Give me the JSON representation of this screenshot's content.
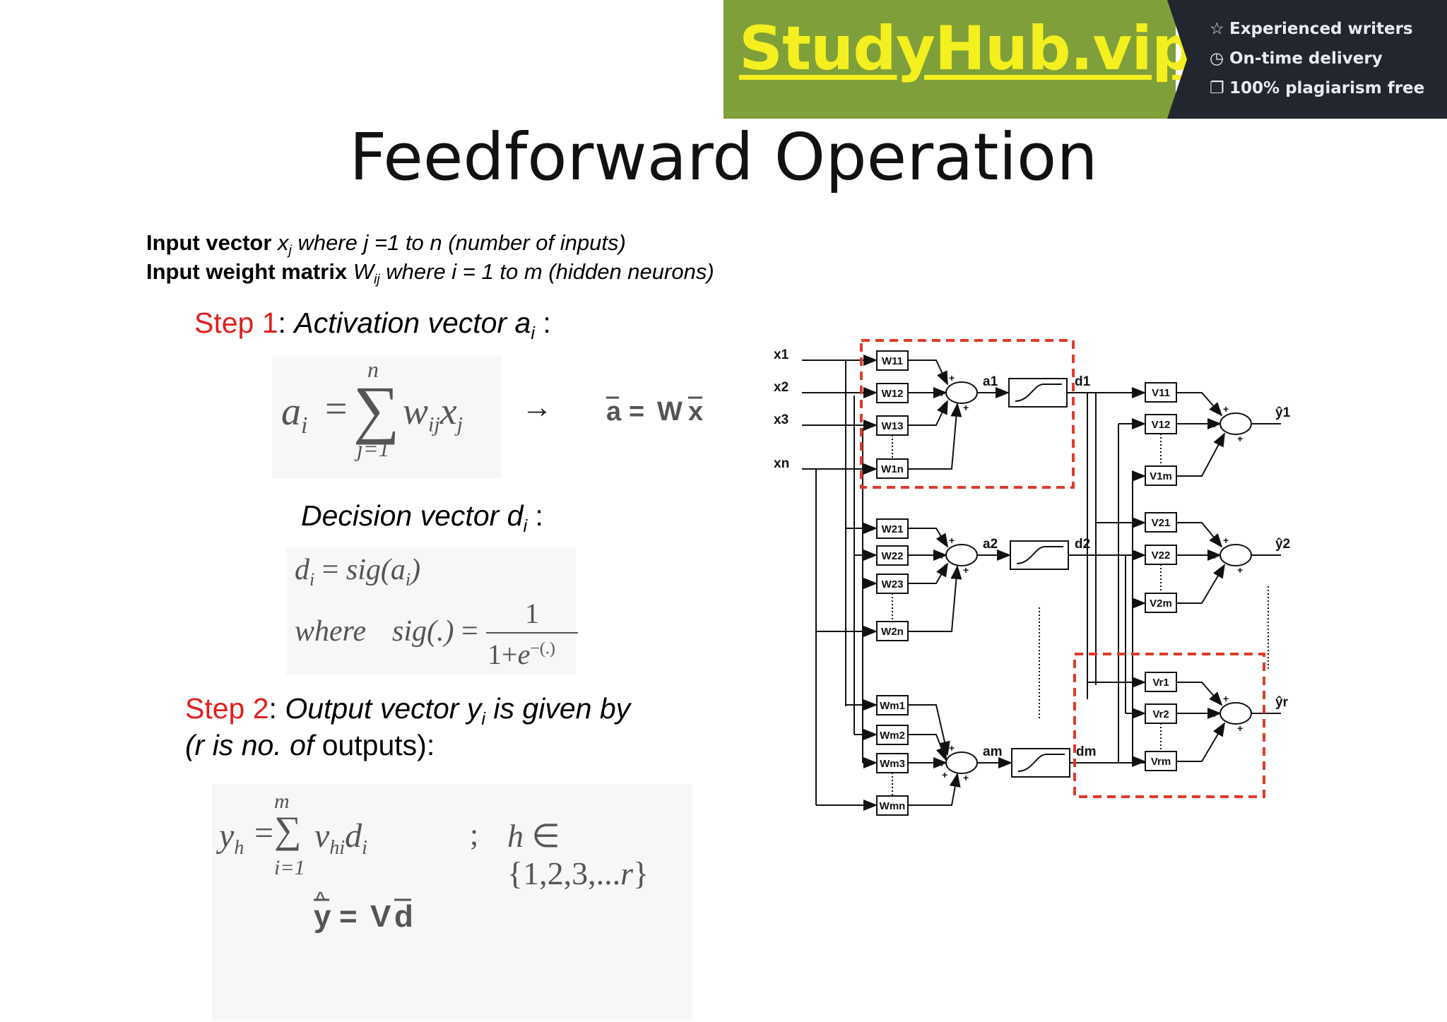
{
  "banner": {
    "brand": "StudyHub.vip",
    "features": [
      {
        "icon": "star-icon",
        "label": "Experienced writers"
      },
      {
        "icon": "clock-icon",
        "label": "On-time delivery"
      },
      {
        "icon": "copy-icon",
        "label": "100% plagiarism free"
      }
    ],
    "colors": {
      "green": "#7f9f3a",
      "dark": "#22262e",
      "brand_text": "#f4ef1f"
    }
  },
  "slide": {
    "title": "Feedforward Operation",
    "definitions": {
      "input_vector_label": "Input vector",
      "input_vector_sym": "x",
      "input_vector_sub": "j",
      "input_vector_desc": "where j =1 to n (number of inputs)",
      "weight_matrix_label": "Input weight matrix",
      "weight_matrix_sym": "W",
      "weight_matrix_sub": "ij",
      "weight_matrix_desc": "where i = 1 to m (hidden neurons)"
    },
    "step1": {
      "step": "Step 1",
      "text": "Activation vector a",
      "sub": "i"
    },
    "arrow": "→",
    "decision": {
      "text": "Decision vector d",
      "sub": "i"
    },
    "step2": {
      "step": "Step 2",
      "text": "Output vector y",
      "sub": "i",
      "text2": "is given by",
      "line2_italic": "(r is no. of",
      "line2_plain": "outputs):"
    },
    "accent_color": "#e01f1f"
  },
  "diagram": {
    "inputs": [
      "x1",
      "x2",
      "x3",
      "xn"
    ],
    "weights_row1": [
      "W11",
      "W12",
      "W13",
      "W1n"
    ],
    "weights_row2": [
      "W21",
      "W22",
      "W23",
      "W2n"
    ],
    "weights_row3": [
      "Wm1",
      "Wm2",
      "Wm3",
      "Wmn"
    ],
    "hidden": [
      "a1",
      "a2",
      "am"
    ],
    "decisions": [
      "d1",
      "d2",
      "dm"
    ],
    "out_weights_1": [
      "V11",
      "V12",
      "V1m"
    ],
    "out_weights_2": [
      "V21",
      "V22",
      "V2m"
    ],
    "out_weights_r": [
      "Vr1",
      "Vr2",
      "Vrm"
    ],
    "outputs": [
      "ŷ1",
      "ŷ2",
      "ŷr"
    ],
    "highlight_color": "#e03a2a"
  }
}
